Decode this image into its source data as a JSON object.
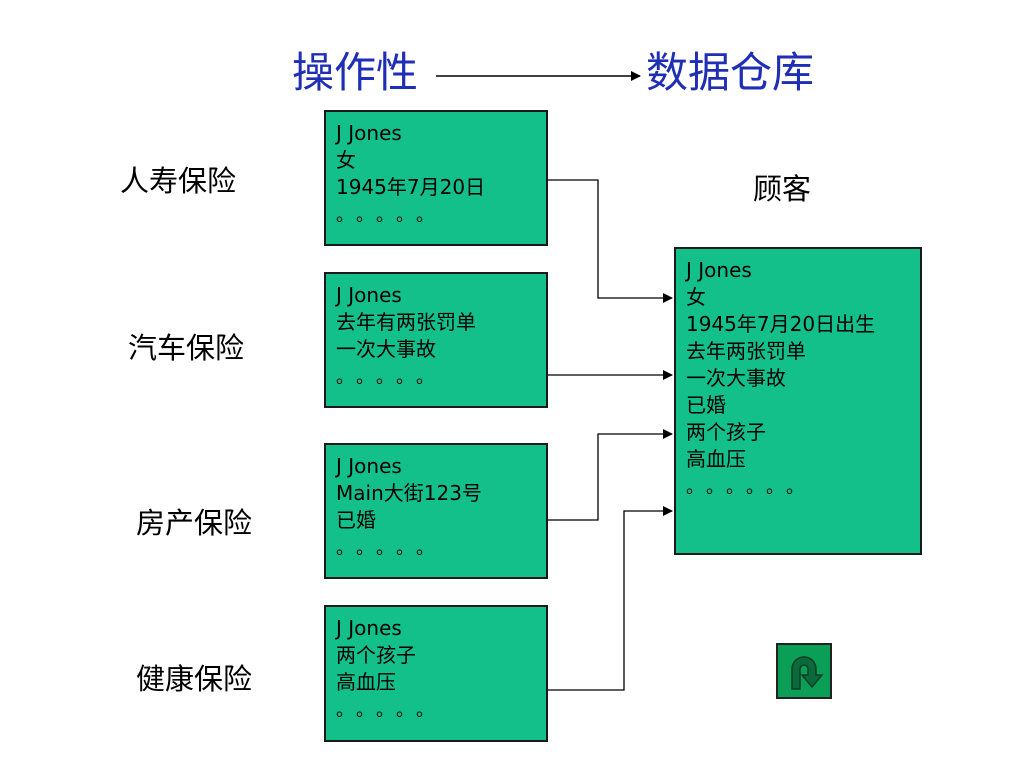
{
  "title": {
    "source": "操作性",
    "target": "数据仓库"
  },
  "categories": [
    {
      "label": "人寿保险"
    },
    {
      "label": "汽车保险"
    },
    {
      "label": "房产保险"
    },
    {
      "label": "健康保险"
    }
  ],
  "source_boxes": [
    {
      "lines": [
        " J Jones",
        "女",
        "1945年7月20日"
      ],
      "ellipsis": "。。。。。"
    },
    {
      "lines": [
        "J Jones",
        "去年有两张罚单",
        "一次大事故"
      ],
      "ellipsis": "。。。。。"
    },
    {
      "lines": [
        " J Jones",
        "Main大街123号",
        "已婚"
      ],
      "ellipsis": "。。。。。"
    },
    {
      "lines": [
        " J Jones",
        "两个孩子",
        "高血压"
      ],
      "ellipsis": "。。。。。"
    }
  ],
  "customer": {
    "label": "顾客",
    "lines": [
      "J Jones",
      "女",
      "1945年7月20日出生",
      "去年两张罚单",
      "一次大事故",
      "已婚",
      "两个孩子",
      "高血压"
    ],
    "ellipsis": "。。。。。。"
  },
  "colors": {
    "box_fill": "#14c08a",
    "title": "#1f2fb5",
    "button_fill": "#0b9e57"
  },
  "icons": {
    "return_button": "u-turn-arrow-icon"
  }
}
